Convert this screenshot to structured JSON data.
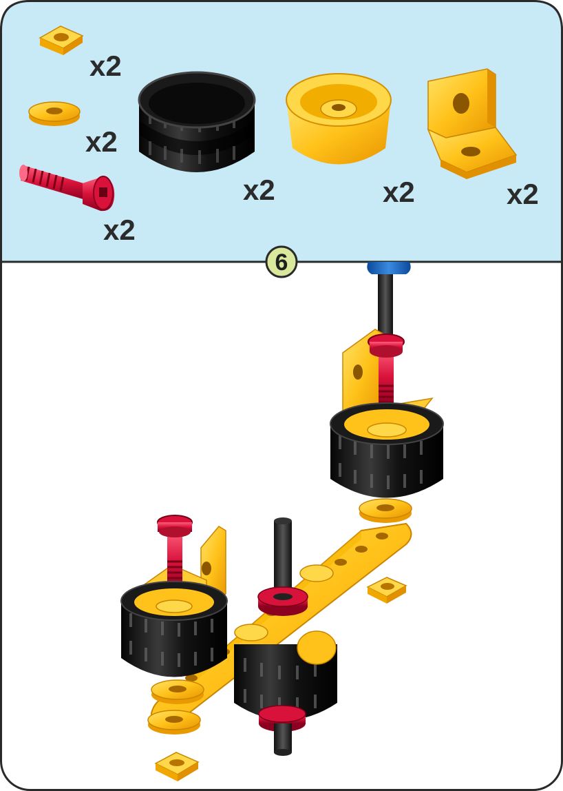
{
  "step": {
    "number": "6"
  },
  "parts": [
    {
      "name": "square-nut",
      "qty": "x2"
    },
    {
      "name": "washer",
      "qty": "x2"
    },
    {
      "name": "screw",
      "qty": "x2"
    },
    {
      "name": "tire",
      "qty": "x2"
    },
    {
      "name": "wheel-hub",
      "qty": "x2"
    },
    {
      "name": "angle-bracket",
      "qty": "x2"
    }
  ],
  "colors": {
    "panel": "#c8e9f6",
    "border": "#2a2a2a",
    "yellow": "#ffc21a",
    "yellow_dark": "#e89a00",
    "red": "#d8123a",
    "tire": "#161616",
    "badge": "#d9e89c"
  }
}
